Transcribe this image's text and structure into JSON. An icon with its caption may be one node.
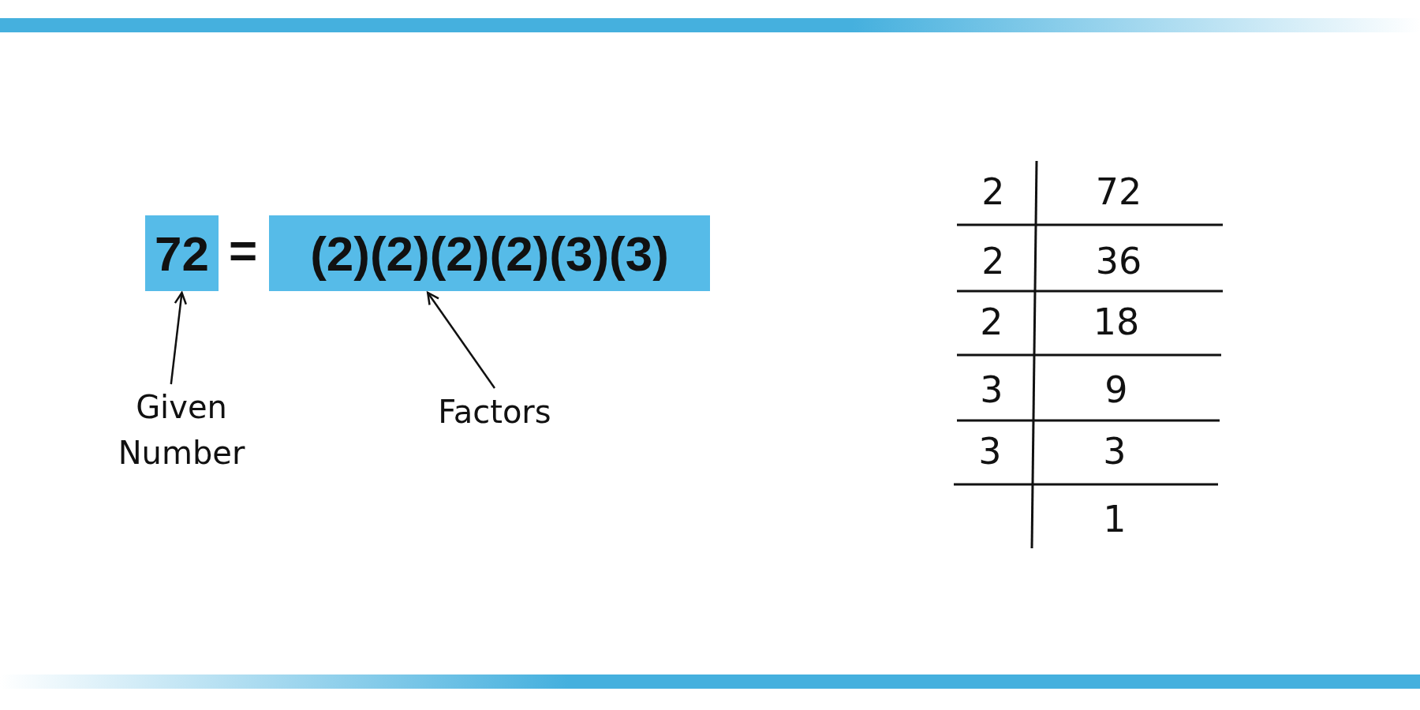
{
  "diagram": {
    "nodes": [
      {
        "text": [
          "72"
        ]
      },
      {
        "text": [
          "(2)(2)(2)(2)(3)(3)"
        ]
      },
      {
        "text": [
          "Given Number"
        ]
      },
      {
        "text": [
          "Factors"
        ]
      }
    ],
    "edges": [
      {
        "from": 2,
        "to": 0,
        "arrow": "to"
      },
      {
        "from": 3,
        "to": 1,
        "arrow": "to"
      }
    ],
    "labels": [
      "=",
      "2",
      "72",
      "2",
      "36",
      "2",
      "18",
      "3",
      "9",
      "3",
      "3",
      "1"
    ]
  }
}
